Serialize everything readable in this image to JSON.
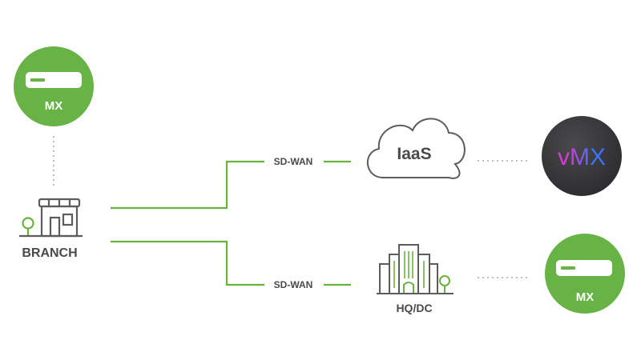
{
  "nodes": {
    "branch_mx": {
      "label": "MX"
    },
    "branch": {
      "label": "BRANCH"
    },
    "iaas": {
      "label": "IaaS"
    },
    "vmx": {
      "label": "vMX"
    },
    "hqdc": {
      "label": "HQ/DC"
    },
    "hq_mx": {
      "label": "MX"
    }
  },
  "links": {
    "top": {
      "label": "SD-WAN"
    },
    "bottom": {
      "label": "SD-WAN"
    }
  },
  "colors": {
    "accent_green": "#6ab23e",
    "mx_green": "#67b346",
    "line_gray": "#5c5c5c",
    "dotted_gray": "#bdbdbd",
    "vmx_dark": "#3a3a3c",
    "vmx_magenta": "#d63ad8",
    "vmx_blue": "#3b73ff"
  }
}
